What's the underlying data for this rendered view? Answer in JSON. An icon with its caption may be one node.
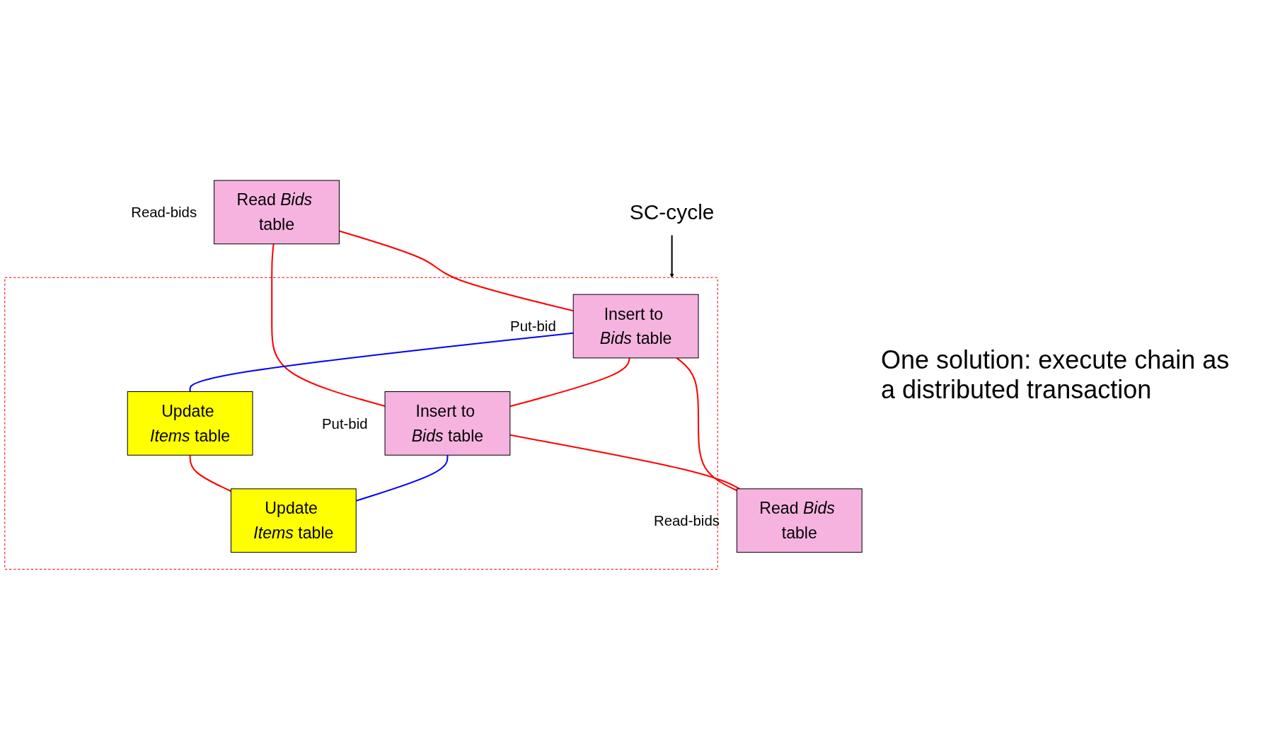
{
  "diagram": {
    "nodes": [
      {
        "text": [
          "Read *Bids* table"
        ],
        "beside": [
          "Read-bids"
        ]
      },
      {
        "text": [],
        "shape": "box"
      },
      {
        "text": [
          "Insert to *Bids* table"
        ],
        "beside": [
          "Put-bid"
        ],
        "in": 1
      },
      {
        "text": [
          "Update *Items* table"
        ],
        "in": 1
      },
      {
        "text": [
          "Insert to *Bids* table"
        ],
        "beside": [
          "Put-bid"
        ],
        "in": 1
      },
      {
        "text": [
          "Update *Items* table"
        ],
        "in": 1
      },
      {
        "text": [
          "Read *Bids* table"
        ],
        "beside": [
          "Read-bids"
        ]
      },
      {
        "text": [
          "SC-cycle"
        ]
      }
    ],
    "edges": [
      {
        "from": 0,
        "to": 2,
        "arrow": "none"
      },
      {
        "from": 0,
        "to": 4,
        "arrow": "none"
      },
      {
        "from": 2,
        "to": 3,
        "arrow": "none",
        "color": "#0000ff"
      },
      {
        "from": 2,
        "to": 4,
        "arrow": "none"
      },
      {
        "from": 2,
        "to": 6,
        "arrow": "none"
      },
      {
        "from": 3,
        "to": 5,
        "arrow": "none"
      },
      {
        "from": 4,
        "to": 5,
        "arrow": "none",
        "color": "#0000ff"
      },
      {
        "from": 4,
        "to": 6,
        "arrow": "none"
      },
      {
        "from": 7,
        "to": 1,
        "arrow": "to",
        "color": "#000000"
      }
    ],
    "labels": [
      "One solution: execute chain as a distributed transaction"
    ]
  }
}
